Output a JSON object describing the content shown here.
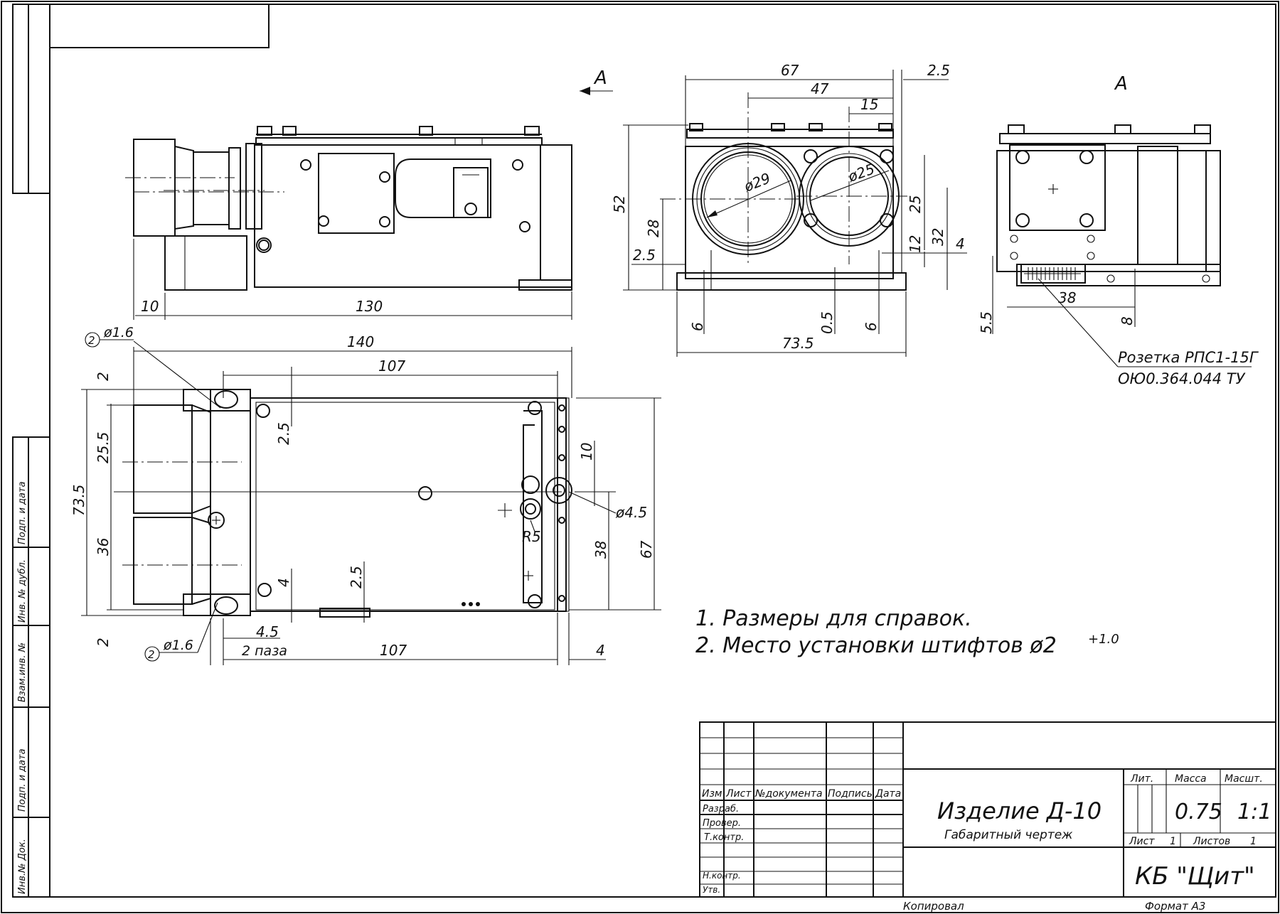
{
  "drawing": {
    "view_label_left": "A",
    "view_label_right": "A",
    "dims_side_view": {
      "overall_length": "130",
      "offset": "10"
    },
    "dims_front_view": {
      "width_top": "67",
      "inner_47": "47",
      "inner_15": "15",
      "right_2_5": "2.5",
      "height_52": "52",
      "dim_28": "28",
      "dim_2_5": "2.5",
      "dim_25": "25",
      "dim_12": "12",
      "dim_32": "32",
      "dim_4": "4",
      "bottom_6_left": "6",
      "bottom_0_5": "0.5",
      "bottom_6_right": "6",
      "overall_73_5": "73.5",
      "dia_29": "ø29",
      "dia_25": "ø25"
    },
    "dims_end_view": {
      "dim_38": "38",
      "dim_5_5": "5.5",
      "dim_8": "8"
    },
    "connector_callout": {
      "line1": "Розетка  РПС1-15Г",
      "line2": "ОЮ0.364.044  ТУ"
    },
    "dims_plan_view": {
      "dia_top": "ø1.6",
      "dim_140": "140",
      "dim_107_top": "107",
      "dim_2_top": "2",
      "dim_25_5": "25.5",
      "dim_73_5": "73.5",
      "dim_36": "36",
      "dim_2_bottom": "2",
      "dim_2_5_a": "2.5",
      "dim_10": "10",
      "dia_4_5": "ø4.5",
      "dim_r5": "R5",
      "dim_38": "38",
      "dim_67": "67",
      "dim_4_left": "4",
      "dim_2_5_b": "2.5",
      "dim_4_5": "4.5",
      "dia_bottom": "ø1.6",
      "two_places": "2 паза",
      "dim_107_bottom": "107",
      "dim_4_right": "4",
      "callout_2": "2"
    },
    "notes": [
      "1.  Размеры  для  справок.",
      "2.  Место  установки  штифтов  ø2"
    ],
    "note2_superscript": "+1.0"
  },
  "side_stamp": {
    "fields": [
      "Подп. и дата",
      "Инв. № дубл.",
      "Взам.инв. №",
      "Подп. и дата",
      "Инв.№ Док."
    ]
  },
  "title_block": {
    "headers": [
      "Изм",
      "Лист",
      "№документа",
      "Подпись",
      "Дата"
    ],
    "roles": [
      "Разраб.",
      "Провер.",
      "Т.контр.",
      "Н.контр.",
      "Утв."
    ],
    "designation": "Изделие Д-10",
    "doc_type": "Габаритный чертеж",
    "lit_label": "Лит.",
    "mass_label": "Масса",
    "scale_label": "Масшт.",
    "mass": "0.75",
    "scale": "1:1",
    "sheet_label": "Лист",
    "sheet": "1",
    "sheets_label": "Листов",
    "sheets": "1",
    "organization": "КБ \"Щит\"",
    "copied": "Копировал",
    "format": "Формат А3"
  }
}
